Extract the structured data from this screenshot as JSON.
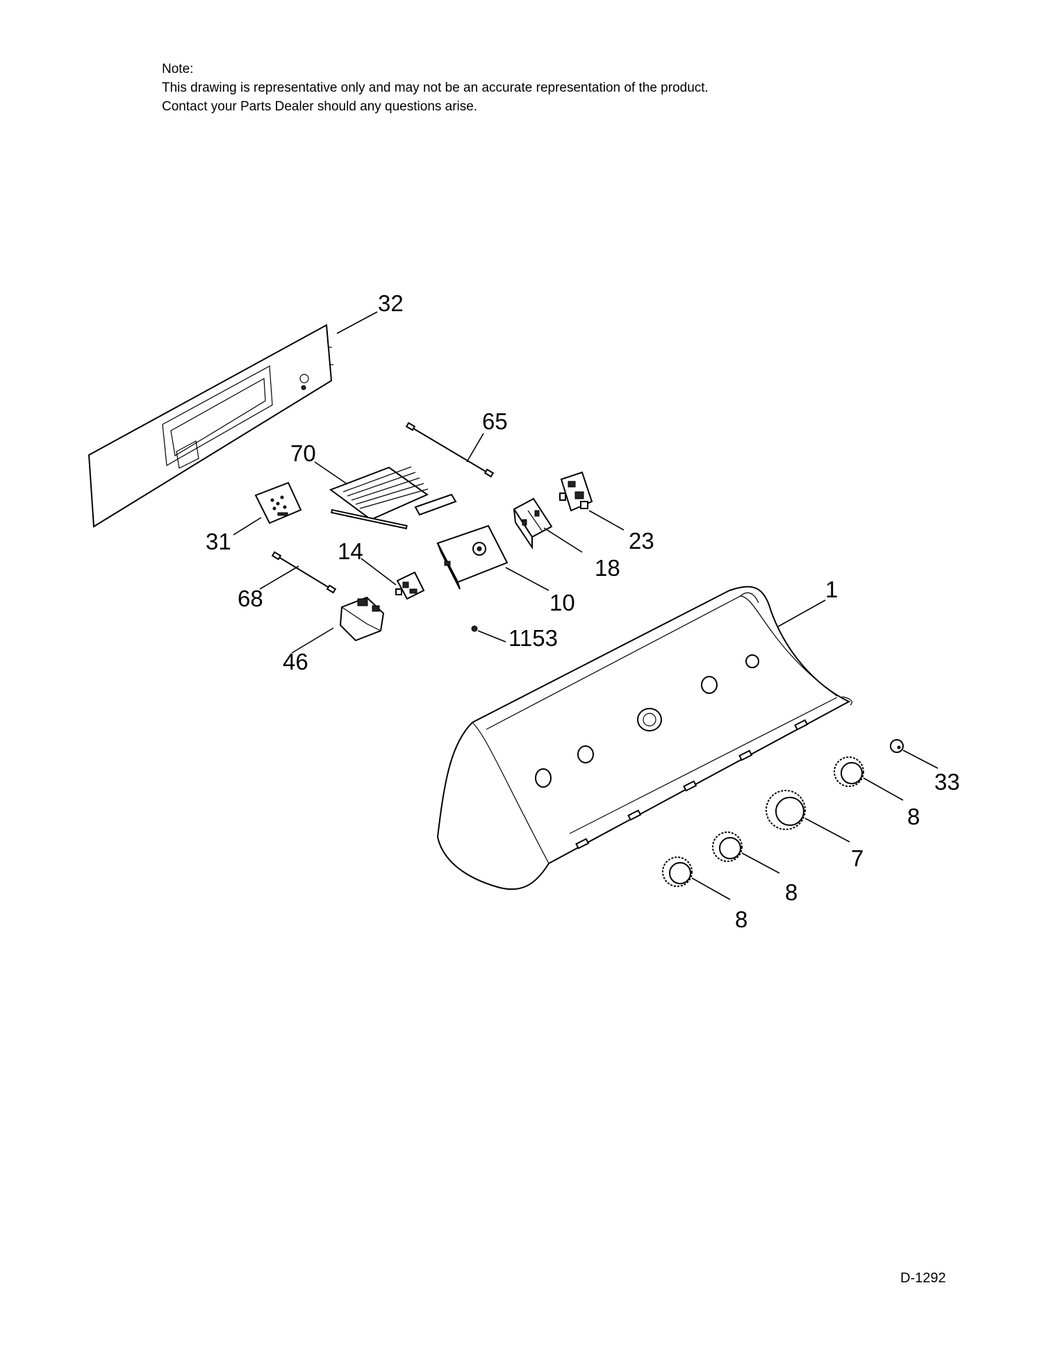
{
  "note": {
    "heading": "Note:",
    "line1": "This drawing is representative only and may not be an accurate representation of the product.",
    "line2": "Contact your Parts Dealer should any questions arise."
  },
  "callouts": {
    "c32": "32",
    "c65": "65",
    "c70": "70",
    "c31": "31",
    "c23": "23",
    "c14": "14",
    "c18": "18",
    "c10": "10",
    "c68": "68",
    "c1": "1",
    "c1153": "1153",
    "c46": "46",
    "c33": "33",
    "c8a": "8",
    "c7": "7",
    "c8b": "8",
    "c8c": "8"
  },
  "doc_number": "D-1292"
}
